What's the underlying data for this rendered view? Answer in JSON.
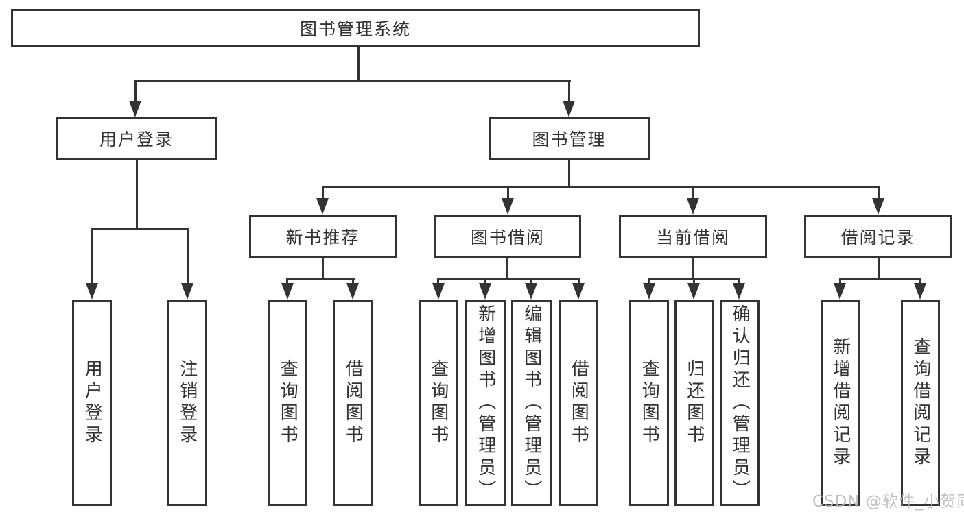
{
  "diagram": {
    "title": "图书管理系统",
    "root": {
      "label": "图书管理系统"
    },
    "level2": [
      {
        "label": "用户登录"
      },
      {
        "label": "图书管理"
      }
    ],
    "level3": [
      {
        "label": "新书推荐"
      },
      {
        "label": "图书借阅"
      },
      {
        "label": "当前借阅"
      },
      {
        "label": "借阅记录"
      }
    ],
    "leaves": [
      {
        "label": "用户登录",
        "parent": "用户登录"
      },
      {
        "label": "注销登录",
        "parent": "用户登录"
      },
      {
        "label": "查询图书",
        "parent": "新书推荐"
      },
      {
        "label": "借阅图书",
        "parent": "新书推荐"
      },
      {
        "label": "查询图书",
        "parent": "图书借阅"
      },
      {
        "label": "新增图书（管理员）",
        "parent": "图书借阅"
      },
      {
        "label": "编辑图书（管理员）",
        "parent": "图书借阅"
      },
      {
        "label": "借阅图书",
        "parent": "图书借阅"
      },
      {
        "label": "查询图书",
        "parent": "当前借阅"
      },
      {
        "label": "归还图书",
        "parent": "当前借阅"
      },
      {
        "label": "确认归还（管理员）",
        "parent": "当前借阅"
      },
      {
        "label": "新增借阅记录",
        "parent": "借阅记录"
      },
      {
        "label": "查询借阅记录",
        "parent": "借阅记录"
      }
    ]
  },
  "colors": {
    "line": "#333333",
    "text": "#333333",
    "background": "#ffffff",
    "watermark": "#b7b7b7"
  },
  "watermark": {
    "text": "CSDN @软件_小贺同学"
  }
}
